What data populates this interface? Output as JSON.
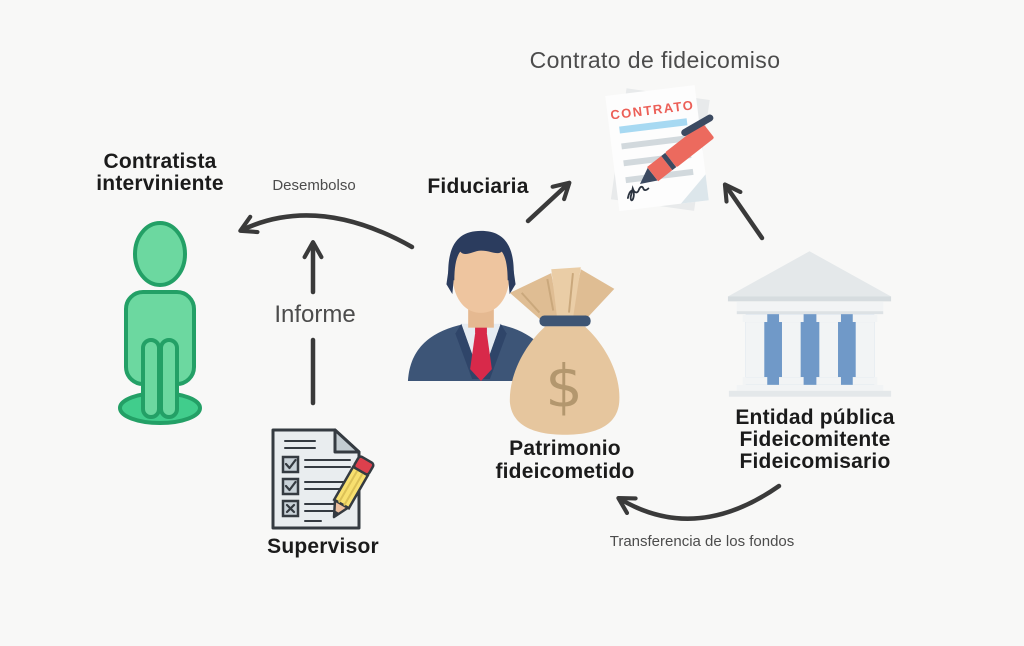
{
  "title": "Contrato de fideicomiso",
  "contract": {
    "doc_label": "CONTRATO"
  },
  "nodes": {
    "contratista": {
      "lines": [
        "Contratista",
        "interviniente"
      ]
    },
    "fiduciaria": {
      "label": "Fiduciaria"
    },
    "patrimonio": {
      "lines": [
        "Patrimonio",
        "fideicometido"
      ],
      "currency": "$"
    },
    "entidad": {
      "lines": [
        "Entidad pública",
        "Fideicomitente",
        "Fideicomisario"
      ]
    },
    "supervisor": {
      "label": "Supervisor"
    }
  },
  "flows": {
    "desembolso": "Desembolso",
    "informe": "Informe",
    "transferencia": "Transferencia de los fondos"
  },
  "colors": {
    "background": "#f8f8f7",
    "arrow": "#3a3a3a",
    "label_dark": "#1b1b1b",
    "label_gray": "#4c4c4c",
    "person_green_fill": "#6cd8a0",
    "person_green_stroke": "#23a066",
    "suit_navy": "#3d5577",
    "tie_red": "#d8294a",
    "skin": "#eec59f",
    "money_bag_tan": "#e6c69e",
    "dollar_brown": "#b3976e",
    "bank_gray": "#e4e8ea",
    "bank_blue": "#7099c8",
    "contract_red": "#ec5f57",
    "contract_line_blue": "#a7d9f2",
    "pencil_yellow": "#f8e06f",
    "pencil_eraser_red": "#dd404d"
  }
}
